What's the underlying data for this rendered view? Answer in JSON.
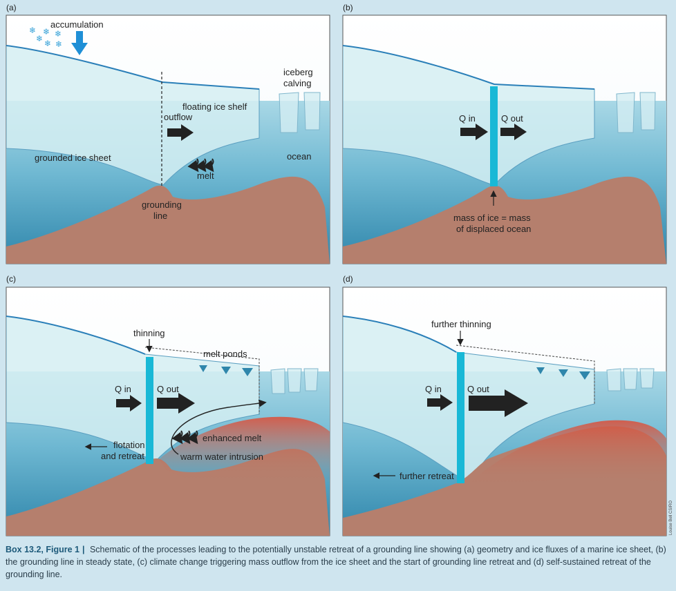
{
  "panels": {
    "a": {
      "letter": "(a)",
      "accumulation": "accumulation",
      "iceberg": "iceberg",
      "calving": "calving",
      "floating_ice_shelf": "floating ice shelf",
      "outflow": "outflow",
      "grounded_ice_sheet": "grounded ice sheet",
      "ocean": "ocean",
      "melt": "melt",
      "grounding": "grounding",
      "line": "line"
    },
    "b": {
      "letter": "(b)",
      "q_in": "Q in",
      "q_out": "Q out",
      "mass_line1": "mass of ice = mass",
      "mass_line2": "of displaced ocean"
    },
    "c": {
      "letter": "(c)",
      "thinning": "thinning",
      "melt_ponds": "melt ponds",
      "q_in": "Q in",
      "q_out": "Q out",
      "enhanced_melt": "enhanced melt",
      "flotation": "flotation",
      "and_retreat": "and retreat",
      "warm_water": "warm water intrusion"
    },
    "d": {
      "letter": "(d)",
      "further_thinning": "further thinning",
      "q_in": "Q in",
      "q_out": "Q out",
      "further_retreat": "further retreat"
    }
  },
  "credit": "Louise Bell CSIRO",
  "caption": {
    "head": "Box 13.2, Figure 1",
    "separator": "|",
    "text": "Schematic of the processes leading to the potentially unstable retreat of a grounding line showing (a) geometry and ice fluxes of a marine ice sheet, (b) the grounding line in steady state, (c) climate change triggering mass outflow from the ice sheet and the start of grounding line retreat and (d) self-sustained retreat of the grounding line."
  },
  "colors": {
    "background": "#cfe5ef",
    "ice": "#d7eef2",
    "ocean_light": "#8ec9dc",
    "ocean_deep": "#2e8fb5",
    "bed": "#b57f6d",
    "warm": "#d5604b",
    "grounding_bar": "#19b8d6",
    "arrow": "#222222"
  }
}
